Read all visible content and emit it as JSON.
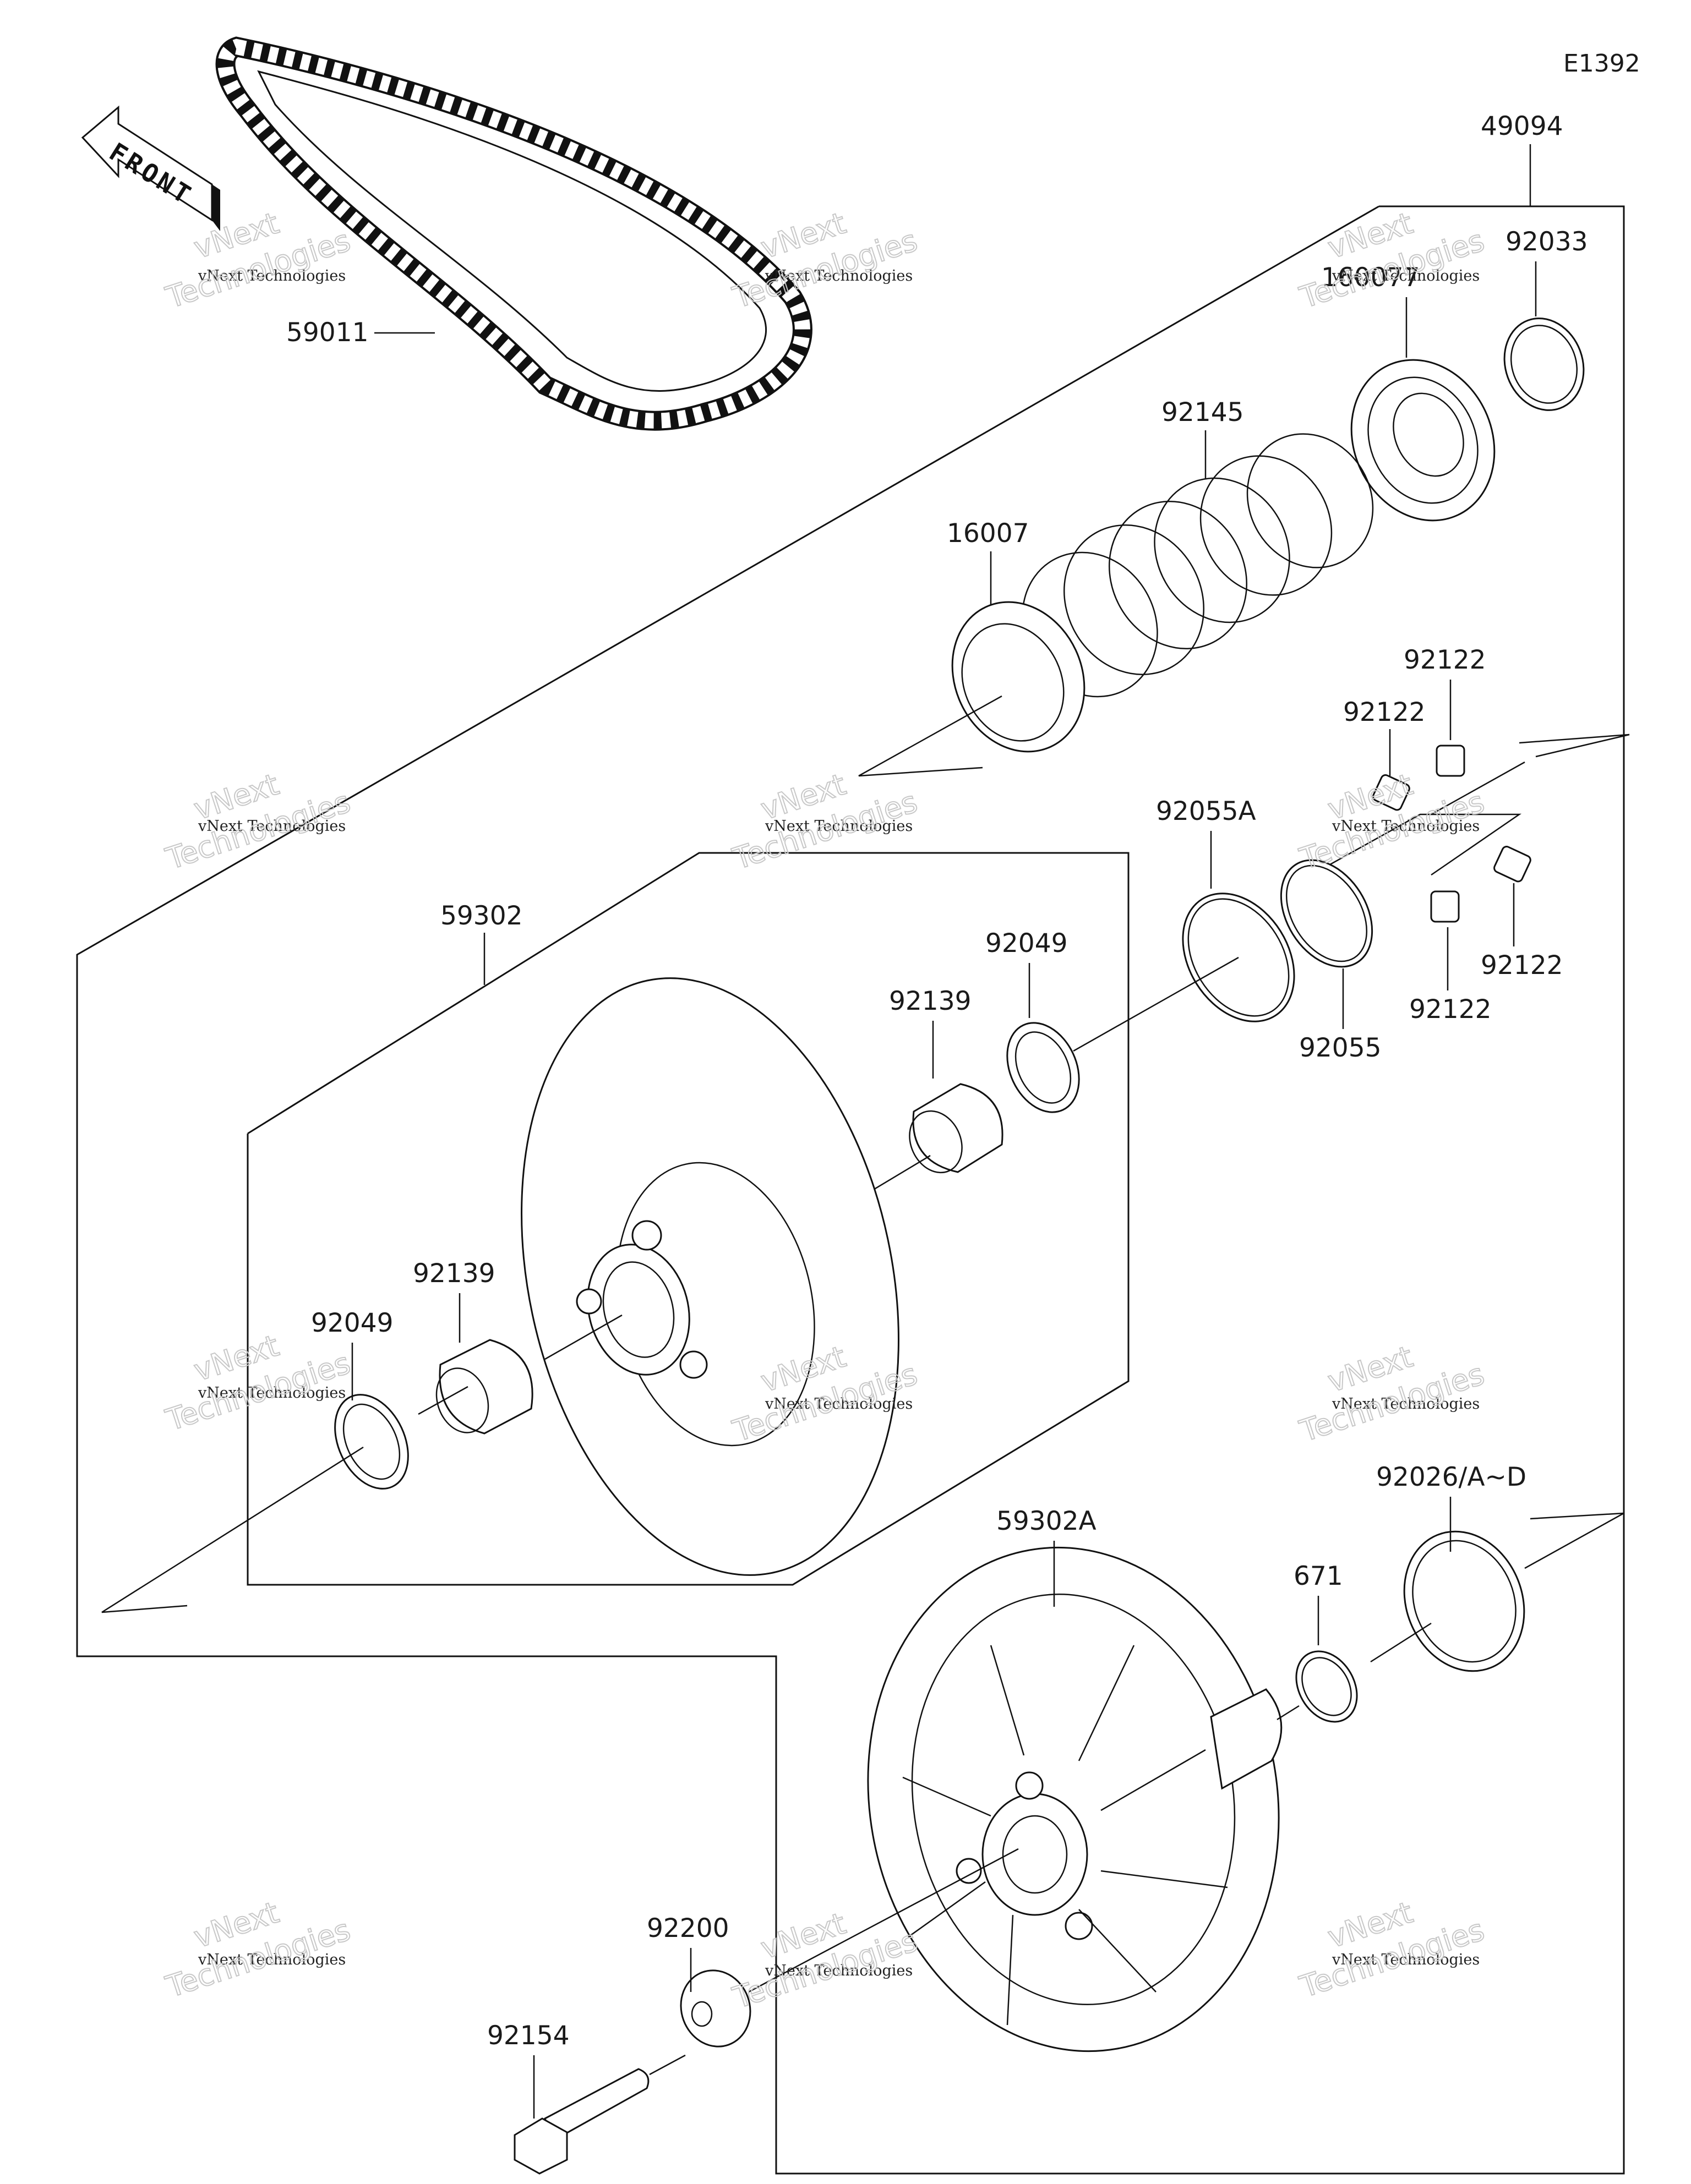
{
  "diagram_code": "E1392",
  "front_label": "FRONT",
  "parts": {
    "p49094": "49094",
    "p92033": "92033",
    "p16007_upper": "160077",
    "p92145": "92145",
    "p16007": "16007",
    "p59011": "59011",
    "p92122_a": "92122",
    "p92122_b": "92122",
    "p92122_c": "92122",
    "p92122_d": "92122",
    "p92055A": "92055A",
    "p92055": "92055",
    "p59302": "59302",
    "p92049_upper": "92049",
    "p92139_upper": "92139",
    "p92139_lower": "92139",
    "p92049_lower": "92049",
    "p59302A": "59302A",
    "p671": "671",
    "p92026": "92026/A~D",
    "p92200": "92200",
    "p92154": "92154"
  },
  "watermark": {
    "line1": "vNext Technologies",
    "line2": "vNext",
    "line3": "Technologies"
  }
}
